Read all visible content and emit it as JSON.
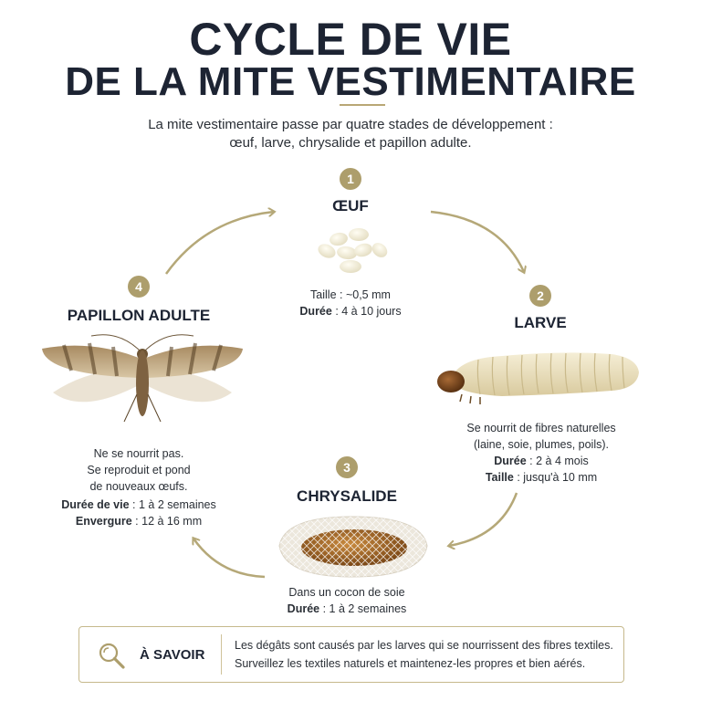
{
  "header": {
    "title_line1": "CYCLE DE VIE",
    "title_line2": "DE LA MITE VESTIMENTAIRE",
    "intro_line1": "La mite vestimentaire passe par quatre stades de développement :",
    "intro_line2": "œuf, larve, chrysalide et papillon adulte."
  },
  "stages": {
    "egg": {
      "number": "1",
      "name": "ŒUF",
      "size_line": "Taille : ~0,5 mm",
      "duration_label": "Durée",
      "duration_value": " : 4 à 10 jours"
    },
    "larva": {
      "number": "2",
      "name": "LARVE",
      "line1": "Se nourrit de fibres naturelles",
      "line2": "(laine, soie, plumes, poils).",
      "duration_label": "Durée",
      "duration_value": " : 2 à 4 mois",
      "size_label": "Taille",
      "size_value": " : jusqu'à 10 mm"
    },
    "pupa": {
      "number": "3",
      "name": "CHRYSALIDE",
      "line1": "Dans un cocon de soie",
      "duration_label": "Durée",
      "duration_value": " : 1 à 2 semaines"
    },
    "adult": {
      "number": "4",
      "name": "PAPILLON ADULTE",
      "line1": "Ne se nourrit pas.",
      "line2": "Se reproduit et pond",
      "line3": "de nouveaux œufs.",
      "life_label": "Durée de vie",
      "life_value": " : 1 à 2 semaines",
      "span_label": "Envergure",
      "span_value": " : 12 à 16 mm"
    }
  },
  "info": {
    "icon": "magnifier-icon",
    "title": "À SAVOIR",
    "line1": "Les dégâts sont causés par les larves qui se nourrissent des fibres textiles.",
    "line2": "Surveillez les textiles naturels et maintenez-les propres et bien aérés."
  },
  "colors": {
    "accent": "#ad9e6c",
    "title": "#1d2433",
    "arrow": "#b5a878"
  }
}
